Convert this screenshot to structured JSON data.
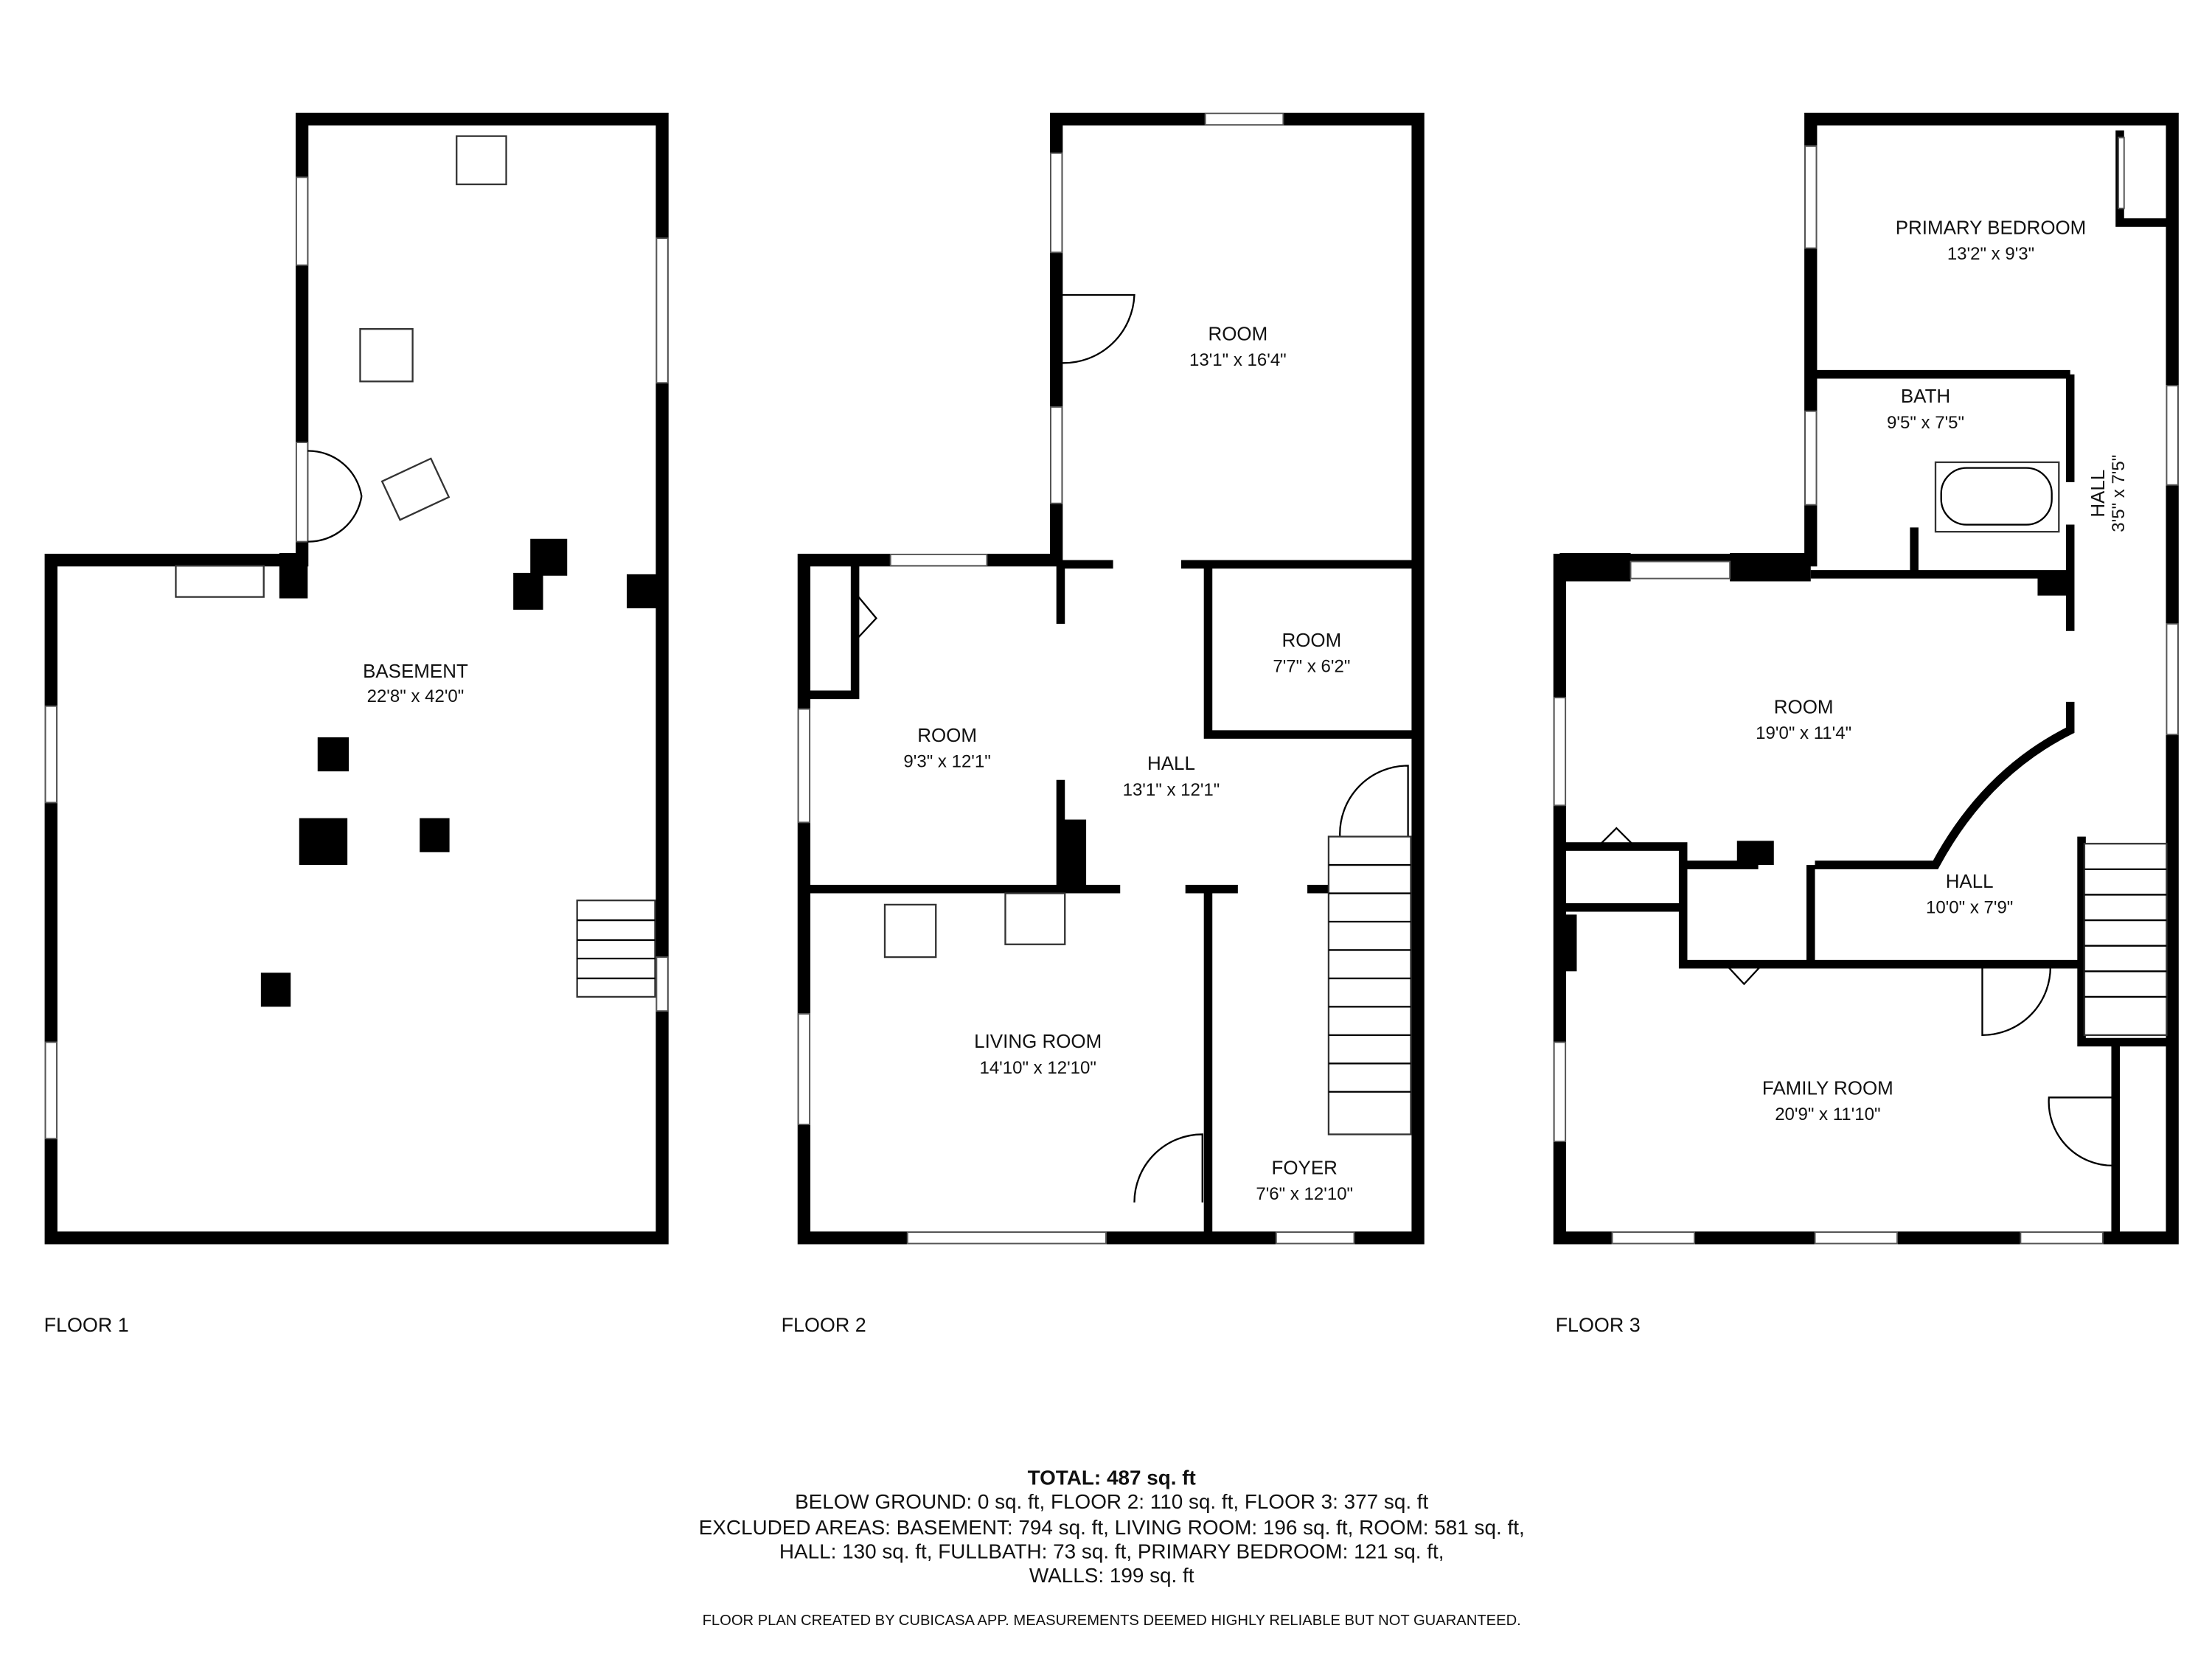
{
  "floors": [
    {
      "label": "FLOOR 1",
      "rooms": [
        {
          "name": "BASEMENT",
          "dims": "22'8\" x 42'0\""
        }
      ]
    },
    {
      "label": "FLOOR 2",
      "rooms": [
        {
          "name": "ROOM",
          "dims": "13'1\" x 16'4\""
        },
        {
          "name": "ROOM",
          "dims": "7'7\" x 6'2\""
        },
        {
          "name": "ROOM",
          "dims": "9'3\" x 12'1\""
        },
        {
          "name": "HALL",
          "dims": "13'1\" x 12'1\""
        },
        {
          "name": "LIVING ROOM",
          "dims": "14'10\" x 12'10\""
        },
        {
          "name": "FOYER",
          "dims": "7'6\" x 12'10\""
        }
      ]
    },
    {
      "label": "FLOOR 3",
      "rooms": [
        {
          "name": "PRIMARY BEDROOM",
          "dims": "13'2\" x 9'3\""
        },
        {
          "name": "BATH",
          "dims": "9'5\" x 7'5\""
        },
        {
          "name": "HALL",
          "dims": "3'5\" x 7'5\""
        },
        {
          "name": "ROOM",
          "dims": "19'0\" x 11'4\""
        },
        {
          "name": "HALL",
          "dims": "10'0\" x 7'9\""
        },
        {
          "name": "FAMILY ROOM",
          "dims": "20'9\" x 11'10\""
        }
      ]
    }
  ],
  "summary": {
    "total": "TOTAL: 487 sq. ft",
    "lines": [
      "BELOW GROUND: 0 sq. ft, FLOOR 2: 110 sq. ft, FLOOR 3: 377 sq. ft",
      "EXCLUDED AREAS: BASEMENT: 794 sq. ft, LIVING ROOM: 196 sq. ft, ROOM: 581 sq. ft,",
      "HALL: 130 sq. ft, FULLBATH: 73 sq. ft, PRIMARY BEDROOM: 121 sq. ft,",
      "WALLS: 199 sq. ft"
    ]
  },
  "footer": "FLOOR PLAN CREATED BY CUBICASA APP. MEASUREMENTS DEEMED HIGHLY RELIABLE BUT NOT GUARANTEED."
}
